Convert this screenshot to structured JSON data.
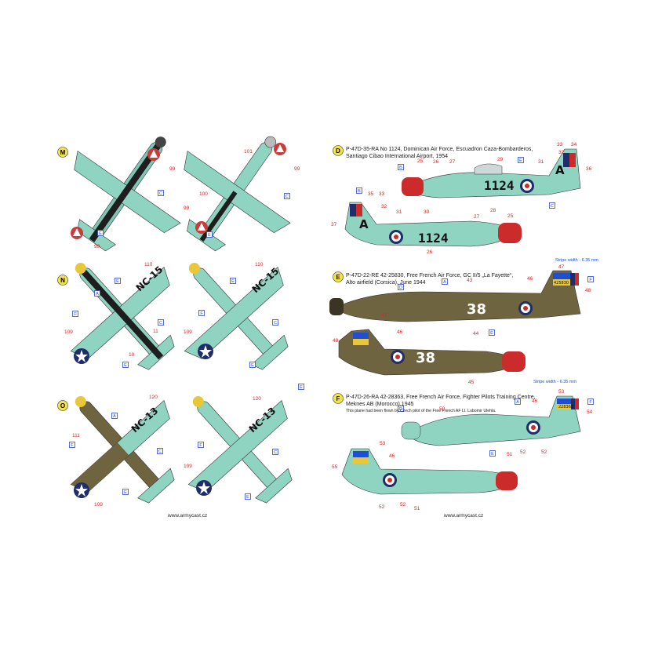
{
  "badges": [
    "M",
    "N",
    "O",
    "D",
    "E",
    "F"
  ],
  "captions": {
    "D": [
      "P-47D-35-RA No 1124, Dominican Air Force, Escuadron Caza-Bombarderos,",
      "Santiago Cibao International Airport, 1954"
    ],
    "E": [
      "P-47D-22-RE 42-25830, Free French Air Force, GC II/5 „La Fayette“,",
      "Alto airfield (Corsica), June 1944"
    ],
    "F": [
      "P-47D-26-RA 42-28363, Free French Air Force, Fighter Pilots Training Centre,",
      "Meknes AB (Morocco),1945"
    ],
    "F_note": "This plane had been flown by Czech pilot of the Free French AF Lt. Lubomir Ulehla."
  },
  "stripe_note_E": "Stripe width - 6.35 mm",
  "stripe_note_F": "Stripe width - 6.35 mm",
  "url_left": "www.armycast.cz",
  "url_right": "www.armycast.cz",
  "codes": {
    "N": "NC-15",
    "O": "NC-13",
    "D_side": "1124",
    "D_fin": "A",
    "E_side": "38",
    "F_fin_serial": "228363",
    "E_fin_serial": "425830"
  },
  "callouts": {
    "M": [
      "99",
      "99",
      "101",
      "99",
      "100",
      "99"
    ],
    "N": [
      "110",
      "11",
      "10",
      "109",
      "110",
      "109"
    ],
    "O": [
      "120",
      "111",
      "109",
      "120",
      "109"
    ],
    "D": [
      "34",
      "33",
      "36",
      "25",
      "26",
      "27",
      "29",
      "31",
      "32",
      "28",
      "35",
      "33",
      "32",
      "37",
      "31",
      "30",
      "27",
      "25",
      "26"
    ],
    "E": [
      "43",
      "46",
      "47",
      "48",
      "44",
      "47",
      "46",
      "48",
      "45"
    ],
    "F": [
      "50",
      "53",
      "54",
      "46",
      "51",
      "52",
      "52",
      "53",
      "46",
      "55",
      "52",
      "52",
      "51"
    ]
  },
  "box_letters": [
    "A",
    "B",
    "C",
    "D",
    "E",
    "F"
  ]
}
